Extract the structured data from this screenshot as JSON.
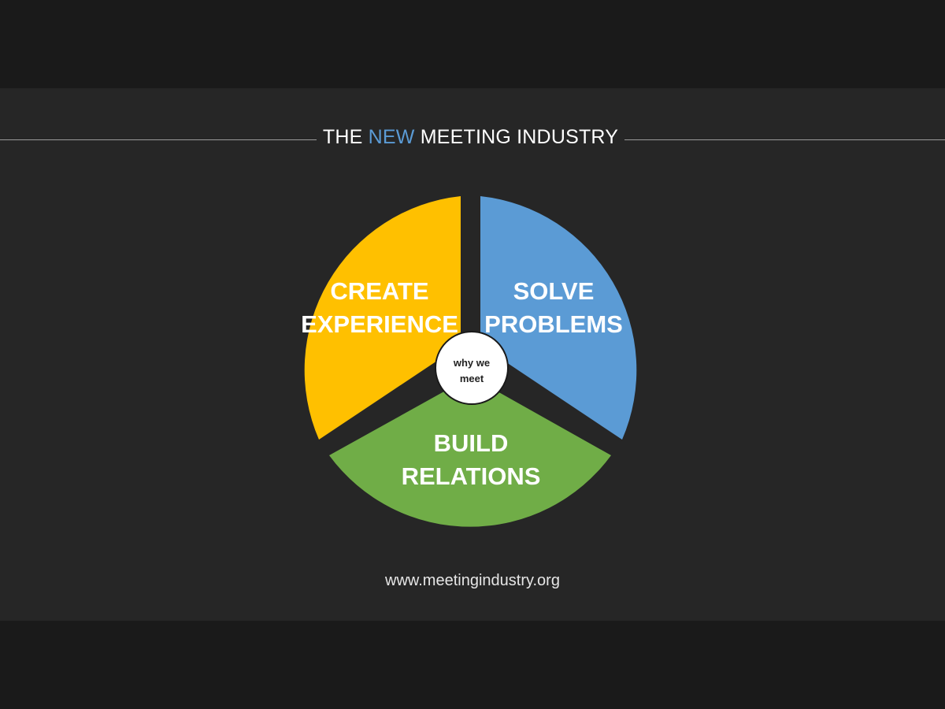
{
  "slide": {
    "title_before": "THE ",
    "title_accent": "NEW",
    "title_after": " MEETING INDUSTRY",
    "footer_url": "www.meetingindustry.org",
    "colors": {
      "background": "#262626",
      "accent": "#5b9bd5",
      "create": "#ffc000",
      "solve": "#5b9bd5",
      "build": "#70ad47"
    }
  },
  "diagram": {
    "segments": [
      {
        "id": "solve",
        "line1": "SOLVE",
        "line2": "PROBLEMS"
      },
      {
        "id": "build",
        "line1": "BUILD",
        "line2": "RELATIONS"
      },
      {
        "id": "create",
        "line1": "CREATE",
        "line2": "EXPERIENCE"
      }
    ],
    "hub": {
      "line1": "why we",
      "line2": "meet"
    }
  }
}
